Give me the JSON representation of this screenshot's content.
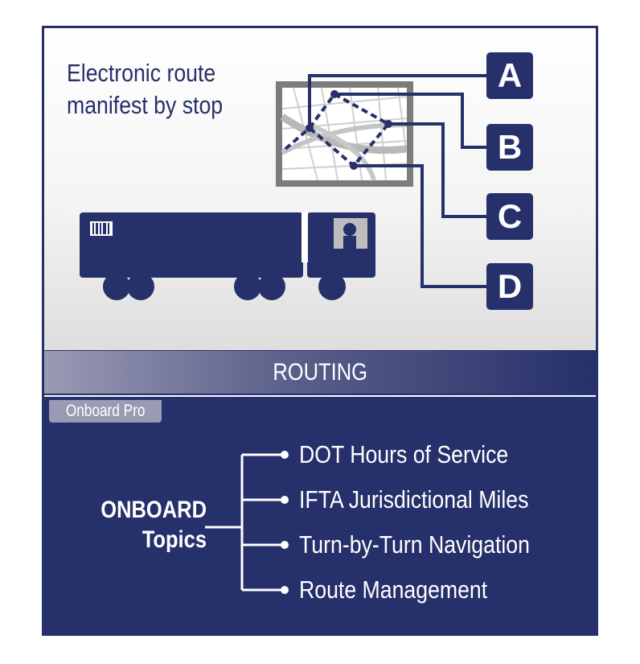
{
  "headline": {
    "line1": "Electronic route",
    "line2": "manifest by stop"
  },
  "stops": [
    "A",
    "B",
    "C",
    "D"
  ],
  "section_title": "ROUTING",
  "product_tab": "Onboard Pro",
  "topics_label": {
    "line1": "ONBOARD",
    "line2": "Topics"
  },
  "topics": [
    "DOT Hours of Service",
    "IFTA Jurisdictional Miles",
    "Turn-by-Turn Navigation",
    "Route Management"
  ],
  "colors": {
    "navy": "#26306a",
    "map_border": "#7c7c7c",
    "tab_gray": "#9a9ab4"
  },
  "icons": [
    "map-icon",
    "truck-icon",
    "barcode-icon",
    "driver-icon"
  ]
}
